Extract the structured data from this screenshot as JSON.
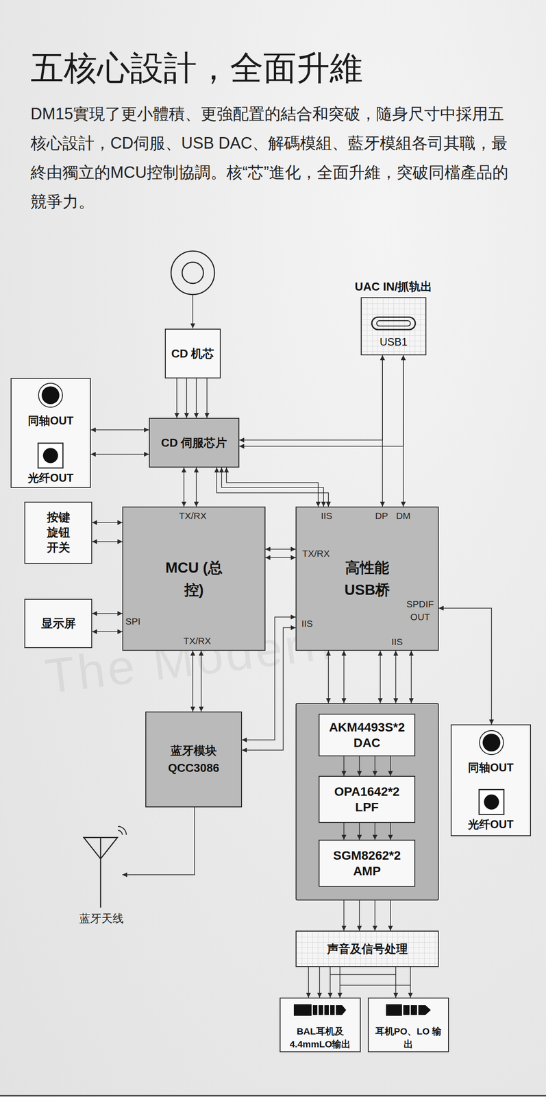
{
  "diagram": {
    "title": "五核心設計，全面升維",
    "nodes": [
      {
        "text": [
          "CD 机芯"
        ]
      },
      {
        "text": [
          "UAC IN/抓轨出",
          "USB1"
        ]
      },
      {
        "text": [
          "同轴OUT",
          "光纤OUT"
        ]
      },
      {
        "text": [
          "CD 伺服芯片"
        ]
      },
      {
        "text": [
          "按键 旋钮 开关"
        ]
      },
      {
        "text": [
          "MCU (总控)"
        ]
      },
      {
        "text": [
          "高性能 USB桥"
        ]
      },
      {
        "text": [
          "显示屏"
        ]
      },
      {
        "text": [
          "蓝牙模块 QCC3086"
        ]
      },
      {
        "text": []
      },
      {
        "text": [
          "AKM4493S*2 DAC"
        ],
        "in": 9
      },
      {
        "text": [
          "OPA1642*2 LPF"
        ],
        "in": 9
      },
      {
        "text": [
          "SGM8262*2 AMP"
        ],
        "in": 9
      },
      {
        "text": [
          "同轴OUT",
          "光纤OUT"
        ]
      },
      {
        "text": [
          "声音及信号处理"
        ]
      },
      {
        "text": [
          "BAL耳机及 4.4mmLO输出"
        ]
      },
      {
        "text": [
          "耳机PO、LO 输出"
        ]
      }
    ],
    "edges": [
      {
        "from": 0,
        "to": 3,
        "arrow": "to"
      },
      {
        "from": 0,
        "to": 3,
        "arrow": "to"
      },
      {
        "from": 0,
        "to": 3,
        "arrow": "to"
      },
      {
        "from": 0,
        "to": 3,
        "arrow": "to"
      },
      {
        "from": 2,
        "to": 3,
        "arrow": "both"
      },
      {
        "from": 2,
        "to": 3,
        "arrow": "both"
      },
      {
        "from": 1,
        "to": 6,
        "arrow": "both"
      },
      {
        "from": 1,
        "to": 6,
        "arrow": "both"
      },
      {
        "from": 3,
        "to": 1,
        "arrow": "both"
      },
      {
        "from": 3,
        "to": 1,
        "arrow": "both"
      },
      {
        "from": 3,
        "to": 5,
        "arrow": "both"
      },
      {
        "from": 3,
        "to": 5,
        "arrow": "both"
      },
      {
        "from": 3,
        "to": 6,
        "arrow": "both"
      },
      {
        "from": 3,
        "to": 6,
        "arrow": "both"
      },
      {
        "from": 3,
        "to": 6,
        "arrow": "both"
      },
      {
        "from": 4,
        "to": 5,
        "arrow": "both"
      },
      {
        "from": 4,
        "to": 5,
        "arrow": "both"
      },
      {
        "from": 5,
        "to": 6,
        "arrow": "both"
      },
      {
        "from": 5,
        "to": 6,
        "arrow": "both"
      },
      {
        "from": 7,
        "to": 5,
        "arrow": "both"
      },
      {
        "from": 7,
        "to": 5,
        "arrow": "both"
      },
      {
        "from": 5,
        "to": 8,
        "arrow": "both"
      },
      {
        "from": 5,
        "to": 8,
        "arrow": "both"
      },
      {
        "from": 8,
        "to": 6,
        "arrow": "both"
      },
      {
        "from": 8,
        "to": 6,
        "arrow": "both"
      },
      {
        "from": 6,
        "to": 9,
        "arrow": "both"
      },
      {
        "from": 6,
        "to": 9,
        "arrow": "both"
      },
      {
        "from": 6,
        "to": 9,
        "arrow": "both"
      },
      {
        "from": 6,
        "to": 9,
        "arrow": "both"
      },
      {
        "from": 6,
        "to": 9,
        "arrow": "both"
      },
      {
        "from": 6,
        "to": 13,
        "arrow": "both"
      },
      {
        "from": 10,
        "to": 11,
        "arrow": "to"
      },
      {
        "from": 10,
        "to": 11,
        "arrow": "to"
      },
      {
        "from": 10,
        "to": 11,
        "arrow": "to"
      },
      {
        "from": 10,
        "to": 11,
        "arrow": "to"
      },
      {
        "from": 11,
        "to": 12,
        "arrow": "to"
      },
      {
        "from": 11,
        "to": 12,
        "arrow": "to"
      },
      {
        "from": 11,
        "to": 12,
        "arrow": "to"
      },
      {
        "from": 11,
        "to": 12,
        "arrow": "to"
      },
      {
        "from": 9,
        "to": 14,
        "arrow": "to"
      },
      {
        "from": 9,
        "to": 14,
        "arrow": "to"
      },
      {
        "from": 9,
        "to": 14,
        "arrow": "to"
      },
      {
        "from": 9,
        "to": 14,
        "arrow": "to"
      },
      {
        "from": 14,
        "to": 15,
        "arrow": "to"
      },
      {
        "from": 14,
        "to": 15,
        "arrow": "to"
      },
      {
        "from": 14,
        "to": 15,
        "arrow": "to"
      },
      {
        "from": 14,
        "to": 15,
        "arrow": "to"
      },
      {
        "from": 14,
        "to": 16,
        "arrow": "to"
      },
      {
        "from": 14,
        "to": 16,
        "arrow": "to"
      }
    ],
    "labels": [
      "DM15實現了更小體積、更強配置的結合和突破，隨身尺寸中採用五核心設計，CD伺服、USB DAC、解碼模組、藍牙模組各司其職，最終由獨立的MCU控制協調。核“芯”進化，全面升維，突破同檔產品的競爭力。",
      "TX/RX",
      "SPI",
      "TX/RX",
      "IIS",
      "DP",
      "DM",
      "TX/RX",
      "IIS",
      "SPDIF OUT",
      "IIS",
      "蓝牙天线",
      "The Modern"
    ]
  }
}
